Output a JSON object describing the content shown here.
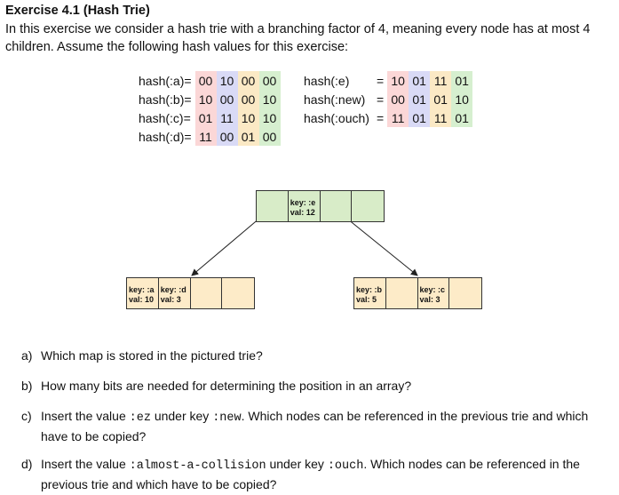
{
  "title": "Exercise 4.1 (Hash Trie)",
  "intro": "In this exercise we consider a hash trie with a branching factor of 4, meaning every node has at most 4 children. Assume the following hash values for this exercise:",
  "hashes_left": [
    {
      "label": "hash(:a)=",
      "bits": [
        "00",
        "10",
        "00",
        "00"
      ]
    },
    {
      "label": "hash(:b)=",
      "bits": [
        "10",
        "00",
        "00",
        "10"
      ]
    },
    {
      "label": "hash(:c)=",
      "bits": [
        "01",
        "11",
        "10",
        "10"
      ]
    },
    {
      "label": "hash(:d)=",
      "bits": [
        "11",
        "00",
        "01",
        "00"
      ]
    }
  ],
  "hashes_right": [
    {
      "label": "hash(:e)",
      "eq": "=",
      "bits": [
        "10",
        "01",
        "11",
        "01"
      ]
    },
    {
      "label": "hash(:new)",
      "eq": "=",
      "bits": [
        "00",
        "01",
        "01",
        "10"
      ]
    },
    {
      "label": "hash(:ouch)",
      "eq": "=",
      "bits": [
        "11",
        "01",
        "11",
        "01"
      ]
    }
  ],
  "trie": {
    "root": [
      {
        "key": "",
        "val": ""
      },
      {
        "key": "key: :e",
        "val": "val: 12"
      },
      {
        "key": "",
        "val": ""
      },
      {
        "key": "",
        "val": ""
      }
    ],
    "left": [
      {
        "key": "key: :a",
        "val": "val: 10"
      },
      {
        "key": "key: :d",
        "val": "val: 3"
      },
      {
        "key": "",
        "val": ""
      },
      {
        "key": "",
        "val": ""
      }
    ],
    "right": [
      {
        "key": "key: :b",
        "val": "val: 5"
      },
      {
        "key": "",
        "val": ""
      },
      {
        "key": "key: :c",
        "val": "val: 3"
      },
      {
        "key": "",
        "val": ""
      }
    ]
  },
  "questions": {
    "a": {
      "label": "a)",
      "text": "Which map is stored in the pictured trie?"
    },
    "b": {
      "label": "b)",
      "text": "How many bits are needed for determining the position in an array?"
    },
    "c": {
      "label": "c)",
      "t1": "Insert the value ",
      "code1": ":ez",
      "t2": " under key ",
      "code2": ":new",
      "t3": ". Which nodes can be referenced in the previous trie and which have to be copied?"
    },
    "d": {
      "label": "d)",
      "t1": "Insert the value ",
      "code1": ":almost-a-collision",
      "t2": " under key ",
      "code2": ":ouch",
      "t3": ". Which nodes can be referenced in the previous trie and which have to be copied?"
    }
  },
  "colors": {
    "bits": [
      "#fbd7d7",
      "#d9daf6",
      "#fbe9c5",
      "#d6efcf"
    ],
    "root_node": "#d8ecc8",
    "leaf_node": "#fdebc8"
  }
}
